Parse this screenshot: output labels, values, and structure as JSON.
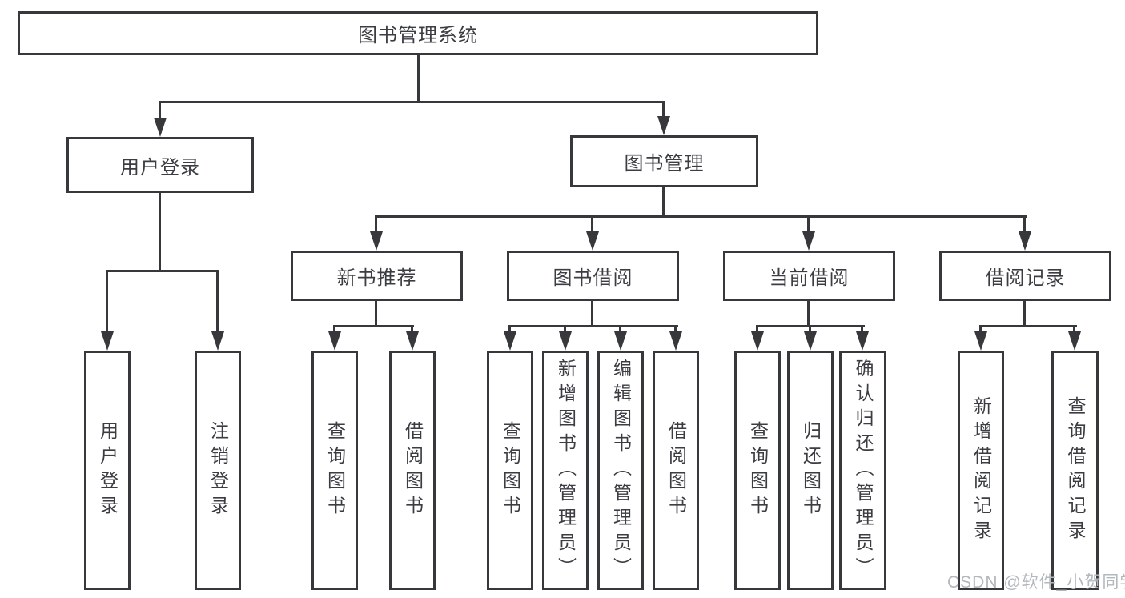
{
  "diagram": {
    "root": {
      "label": "图书管理系统"
    },
    "level2": [
      {
        "label": "用户登录"
      },
      {
        "label": "图书管理"
      }
    ],
    "level3": [
      {
        "label": "新书推荐"
      },
      {
        "label": "图书借阅"
      },
      {
        "label": "当前借阅"
      },
      {
        "label": "借阅记录"
      }
    ],
    "leaves": {
      "user_login": [
        {
          "label": "用户登录"
        },
        {
          "label": "注销登录"
        }
      ],
      "new_book_recommend": [
        {
          "label": "查询图书"
        },
        {
          "label": "借阅图书"
        }
      ],
      "book_borrow": [
        {
          "label": "查询图书"
        },
        {
          "label": "新增图书（管理员）"
        },
        {
          "label": "编辑图书（管理员）"
        },
        {
          "label": "借阅图书"
        }
      ],
      "current_borrow": [
        {
          "label": "查询图书"
        },
        {
          "label": "归还图书"
        },
        {
          "label": "确认归还（管理员）"
        }
      ],
      "borrow_records": [
        {
          "label": "新增借阅记录"
        },
        {
          "label": "查询借阅记录"
        }
      ]
    }
  },
  "watermark": {
    "text": "CSDN @软件_小贺同学"
  },
  "colors": {
    "line": "#37383c",
    "text": "#3b3d42",
    "background": "#ffffff",
    "watermark": "#b3b8bd"
  }
}
